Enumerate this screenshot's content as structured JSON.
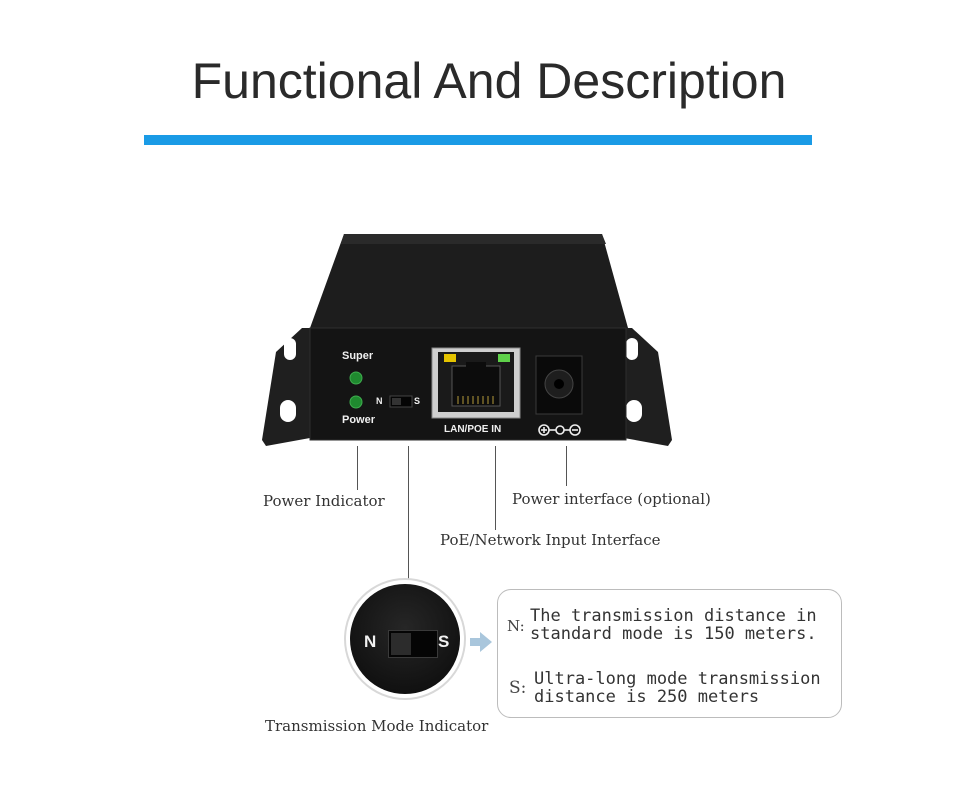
{
  "header": {
    "title": "Functional And Description",
    "accent_color": "#1a9be6"
  },
  "device": {
    "led_super_label": "Super",
    "led_power_label": "Power",
    "switch_n_label": "N",
    "switch_s_label": "S",
    "port_label": "LAN/POE IN",
    "dc_symbol_icon": "dc-polarity-icon",
    "led_color": "#1f8a2f",
    "body_color": "#1a1a1a"
  },
  "callouts": {
    "power_indicator": "Power Indicator",
    "power_interface": "Power interface (optional)",
    "poe_input": "PoE/Network Input Interface",
    "mode_indicator": "Transmission Mode Indicator"
  },
  "mode_zoom": {
    "n_label": "N",
    "s_label": "S"
  },
  "description": {
    "n_key": "N:",
    "n_text": "The transmission distance in\nstandard mode is 150 meters.",
    "s_key": "S:",
    "s_text": "Ultra-long mode transmission\ndistance is 250 meters"
  }
}
